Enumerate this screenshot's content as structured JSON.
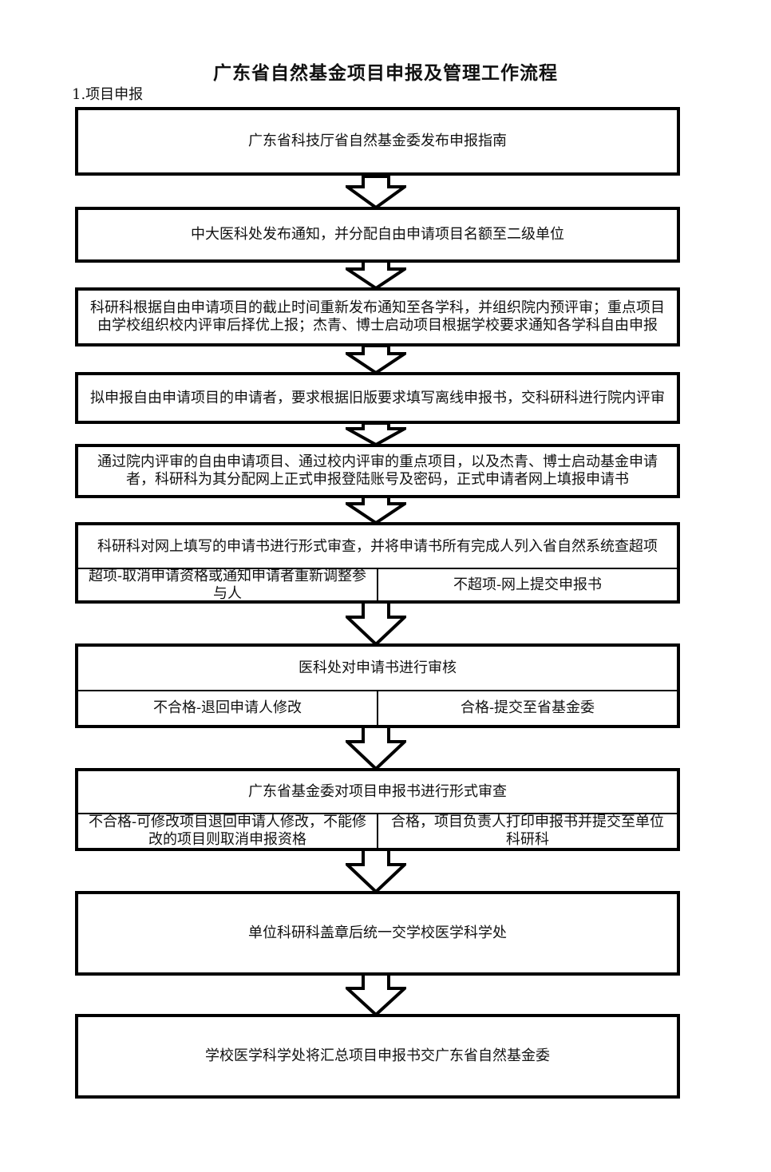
{
  "title": "广东省自然基金项目申报及管理工作流程",
  "section": "1.项目申报",
  "steps": {
    "s1": "广东省科技厅省自然基金委发布申报指南",
    "s2": "中大医科处发布通知，并分配自由申请项目名额至二级单位",
    "s3": "科研科根据自由申请项目的截止时间重新发布通知至各学科，并组织院内预评审；重点项目由学校组织校内评审后择优上报；杰青、博士启动项目根据学校要求通知各学科自由申报",
    "s4": "拟申报自由申请项目的申请者，要求根据旧版要求填写离线申报书，交科研科进行院内评审",
    "s5": "通过院内评审的自由申请项目、通过校内评审的重点项目，以及杰青、博士启动基金申请者，科研科为其分配网上正式申报登陆账号及密码，正式申请者网上填报申请书",
    "s6": {
      "main": "科研科对网上填写的申请书进行形式审查，并将申请书所有完成人列入省自然系统查超项",
      "left": "超项-取消申请资格或通知申请者重新调整参与人",
      "right": "不超项-网上提交申报书"
    },
    "s7": {
      "main": "医科处对申请书进行审核",
      "left": "不合格-退回申请人修改",
      "right": "合格-提交至省基金委"
    },
    "s8": {
      "main": "广东省基金委对项目申报书进行形式审查",
      "left": "不合格-可修改项目退回申请人修改，不能修改的项目则取消申报资格",
      "right": "合格，项目负责人打印申报书并提交至单位科研科"
    },
    "s9": "单位科研科盖章后统一交学校医学科学处",
    "s10": "学校医学科学处将汇总项目申报书交广东省自然基金委"
  }
}
